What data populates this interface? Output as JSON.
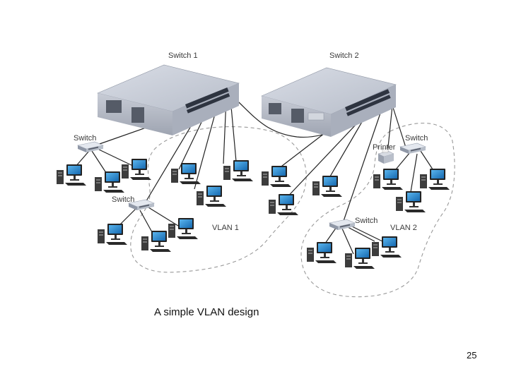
{
  "diagram": {
    "labels": {
      "switch1": "Switch 1",
      "switch2": "Switch 2",
      "switch_a": "Switch",
      "switch_b": "Switch",
      "switch_c": "Switch",
      "switch_d": "Switch",
      "printer": "Printer",
      "vlan1": "VLAN 1",
      "vlan2": "VLAN 2"
    },
    "icons": [
      "core-switch-icon",
      "access-switch-icon",
      "workstation-icon",
      "printer-icon"
    ],
    "colors": {
      "link": "#222222",
      "vlan_boundary": "#999999",
      "monitor": "#1f7fc4"
    }
  },
  "caption": "A simple VLAN design",
  "page_number": "25"
}
